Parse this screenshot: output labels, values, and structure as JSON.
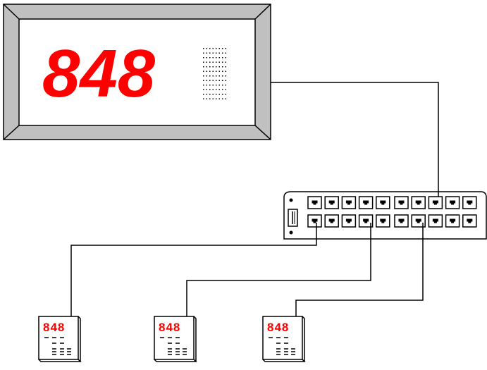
{
  "main_display": {
    "number": "848",
    "digit_color": "#ff0000",
    "frame_color": "#c0c0c0",
    "speaker_icon": "speaker-grille-icon"
  },
  "switch": {
    "ports_per_row": 10,
    "rows": 2,
    "icon": "network-switch-icon",
    "port_icon": "ethernet-port-icon"
  },
  "terminals": [
    {
      "number": "848",
      "icon": "terminal-display-icon"
    },
    {
      "number": "848",
      "icon": "terminal-display-icon"
    },
    {
      "number": "848",
      "icon": "terminal-display-icon"
    }
  ],
  "colors": {
    "digits": "#ff0000",
    "lines": "#000000",
    "panel": "#ffffff",
    "frame": "#c0c0c0"
  }
}
